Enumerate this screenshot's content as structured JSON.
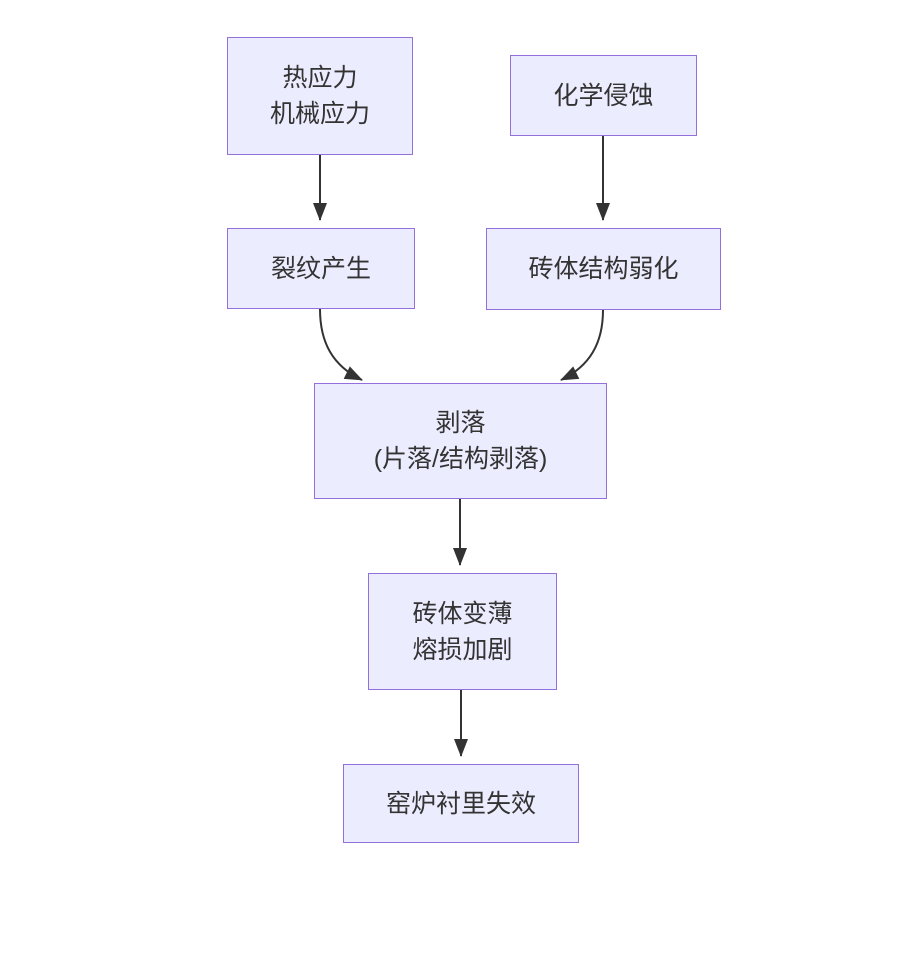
{
  "diagram": {
    "type": "flowchart",
    "direction": "top-down",
    "background_color": "#ffffff",
    "node_fill_color": "#ECECFF",
    "node_border_color": "#9370DB",
    "node_text_color": "#333333",
    "arrow_color": "#333333",
    "nodes": [
      {
        "id": "thermal-mechanical-stress",
        "lines": [
          "热应力",
          "机械应力"
        ]
      },
      {
        "id": "chemical-attack",
        "lines": [
          "化学侵蚀"
        ]
      },
      {
        "id": "crack-formation",
        "lines": [
          "裂纹产生"
        ]
      },
      {
        "id": "brick-structure-weakening",
        "lines": [
          "砖体结构弱化"
        ]
      },
      {
        "id": "spalling",
        "lines": [
          "剥落",
          "(片落/结构剥落)"
        ]
      },
      {
        "id": "brick-thinning-melting",
        "lines": [
          "砖体变薄",
          "熔损加剧"
        ]
      },
      {
        "id": "kiln-lining-failure",
        "lines": [
          "窑炉衬里失效"
        ]
      }
    ],
    "edges": [
      {
        "from": "thermal-mechanical-stress",
        "to": "crack-formation"
      },
      {
        "from": "chemical-attack",
        "to": "brick-structure-weakening"
      },
      {
        "from": "crack-formation",
        "to": "spalling"
      },
      {
        "from": "brick-structure-weakening",
        "to": "spalling"
      },
      {
        "from": "spalling",
        "to": "brick-thinning-melting"
      },
      {
        "from": "brick-thinning-melting",
        "to": "kiln-lining-failure"
      }
    ]
  }
}
